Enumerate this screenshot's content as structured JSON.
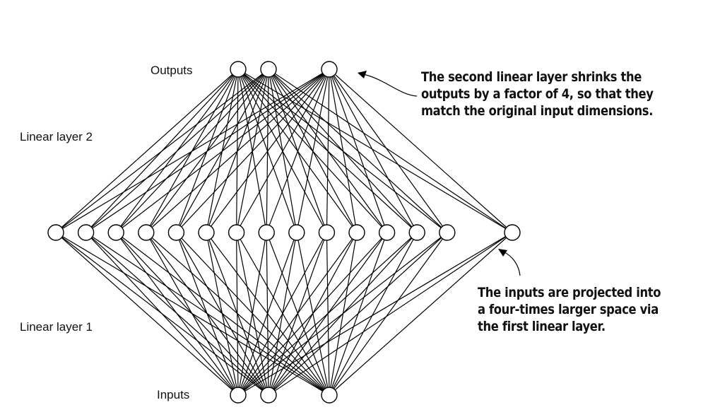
{
  "labels": {
    "outputs": "Outputs",
    "linear_layer_2": "Linear layer 2",
    "linear_layer_1": "Linear layer 1",
    "inputs": "Inputs"
  },
  "annotations": {
    "second_layer": {
      "lines": [
        "The second linear layer shrinks the",
        "outputs by a factor of 4, so that they",
        "match the original input dimensions."
      ]
    },
    "first_layer": {
      "lines": [
        "The inputs are projected into",
        "a four-times larger space via",
        "the first linear layer."
      ]
    }
  },
  "network": {
    "input_nodes": 3,
    "hidden_nodes": 15,
    "output_nodes": 3,
    "fully_connected": true
  },
  "colors": {
    "line": "#000000",
    "node_fill": "#ffffff",
    "text": "#111111"
  }
}
